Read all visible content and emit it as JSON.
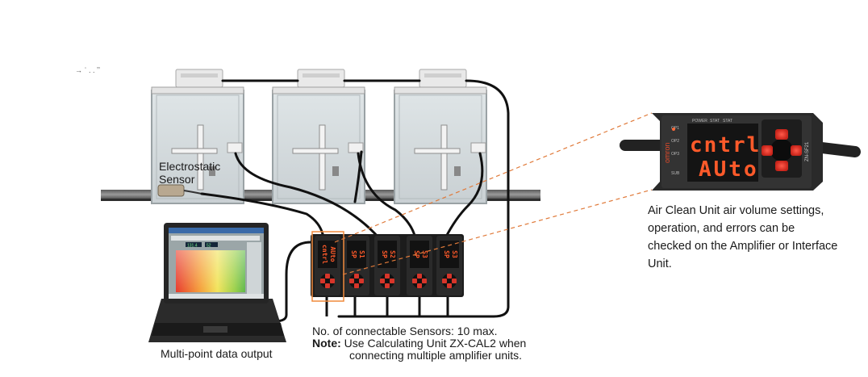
{
  "labels": {
    "electrostatic_sensor": [
      "Electrostatic",
      "Sensor"
    ],
    "multipoint_output": "Multi-point data output",
    "clipped_top_label": "→ ʿ  . .  ʼʼ",
    "description": [
      "Air Clean Unit air volume settings,",
      "operation, and errors can be",
      "checked on the Amplifier or Interface",
      "Unit."
    ],
    "connectable_sensors": "No. of connectable Sensors: 10 max.",
    "note_label": "Note:",
    "note_text": [
      "Use Calculating Unit ZX-CAL2 when",
      "connecting multiple amplifier units."
    ]
  },
  "amplifier_closeup": {
    "display_line1": "cntrl",
    "display_line2": "AUto",
    "brand": "omron",
    "indicators": [
      "POWER",
      "STAT",
      "STAT"
    ],
    "side_labels": [
      "OP1",
      "OP2",
      "OP3",
      "SUB"
    ],
    "model_label": "ZN-SF21"
  },
  "amplifier_units": [
    {
      "line1": "cntrl",
      "line2": "AUto",
      "highlighted": true
    },
    {
      "line1": "SP",
      "line2": "S1",
      "highlighted": false
    },
    {
      "line1": "SP",
      "line2": "S2",
      "highlighted": false
    },
    {
      "line1": "SP",
      "line2": "S3",
      "highlighted": false
    },
    {
      "line1": "SP",
      "line2": "S3",
      "highlighted": false
    }
  ],
  "laptop_screen": {
    "toolbar_values": [
      "131.4",
      "52"
    ]
  },
  "colors": {
    "display_segments": "#ff5a2a",
    "dashed_callout": "#e07a3a",
    "highlight_frame": "#f08a3c",
    "cable": "#111111",
    "device_body": "#2a2a2a"
  }
}
